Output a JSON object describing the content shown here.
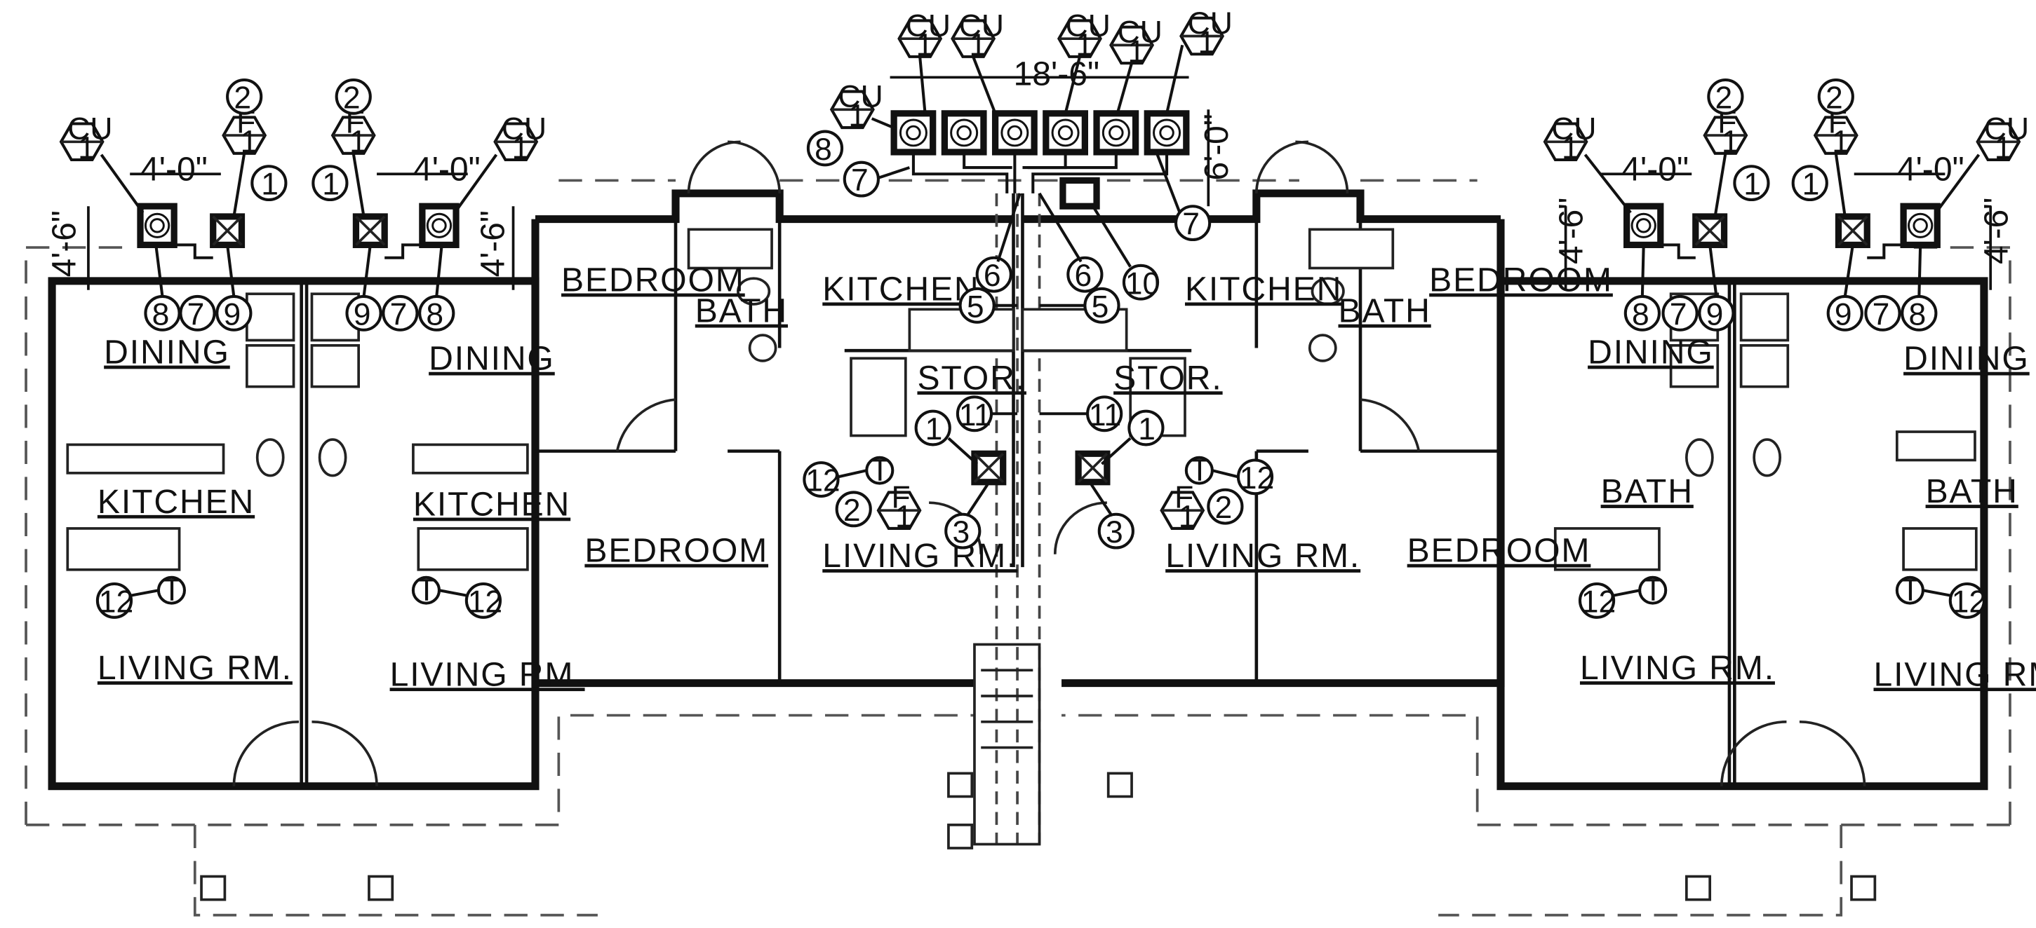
{
  "rooms": {
    "dining": "DINING",
    "kitchen": "KITCHEN",
    "living": "LIVING RM.",
    "bedroom": "BEDROOM",
    "bath": "BATH",
    "stor": "STOR."
  },
  "dimensions": {
    "cu_spacing": "4'-0\"",
    "cu_setback": "4'-6\"",
    "cu_row_width": "18'-6\"",
    "cu_row_depth": "6'-0\""
  },
  "tags": {
    "cu_top": "CU",
    "cu_bottom": "1",
    "f_top": "F",
    "f_bottom": "1",
    "thermostat": "T"
  },
  "keynotes": [
    "1",
    "2",
    "3",
    "5",
    "6",
    "7",
    "8",
    "9",
    "10",
    "11",
    "12"
  ]
}
